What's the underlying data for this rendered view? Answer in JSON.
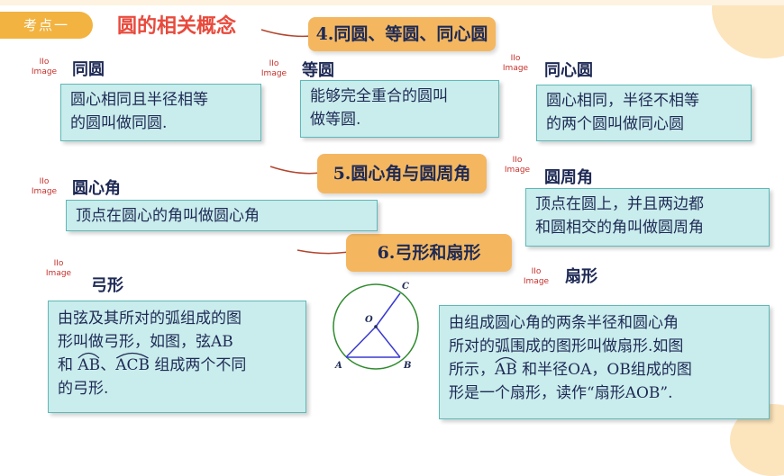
{
  "tag": "考点一",
  "title": "圆的相关概念",
  "placeholder_text": "IIo\nImage",
  "banners": {
    "b4": "4.同圆、等圆、同心圆",
    "b5": "5.圆心角与圆周角",
    "b6": "6.弓形和扇形"
  },
  "concepts": {
    "tongyuan": {
      "heading": "同圆",
      "text": "圆心相同且半径相等\n的圆叫做同圆."
    },
    "dengyuan": {
      "heading": "等圆",
      "text": "能够完全重合的圆叫\n做等圆."
    },
    "tongxinyuan": {
      "heading": "同心圆",
      "text": "圆心相同，半径不相等\n的两个圆叫做同心圆"
    },
    "yuanxinjiao": {
      "heading": "圆心角",
      "text": "顶点在圆心的角叫做圆心角"
    },
    "yuanzhoujiao": {
      "heading": "圆周角",
      "text": "顶点在圆上，并且两边都\n和圆相交的角叫做圆周角"
    },
    "gongxing": {
      "heading": "弓形",
      "line1": "由弦及其所对的弧组成的图",
      "line2": "形叫做弓形，如图，弦AB",
      "line3_a": "和 ",
      "arc1": "AB",
      "line3_b": "、",
      "arc2": "ACB",
      "line3_c": " 组成两个不同",
      "line4": "的弓形."
    },
    "shanxing": {
      "heading": "扇形",
      "line1": "由组成圆心角的两条半径和圆心角",
      "line2": "所对的弧围成的图形叫做扇形.如图",
      "line3_a": "所示，",
      "arc": "AB",
      "line3_b": " 和半径OA，OB组成的图",
      "line4": "形是一个扇形，读作“扇形AOB”."
    }
  },
  "figure": {
    "labels": {
      "A": "A",
      "B": "B",
      "C": "C",
      "O": "O"
    },
    "circle_color": "#2e8b2e",
    "chord_color": "#3a3ad0"
  }
}
